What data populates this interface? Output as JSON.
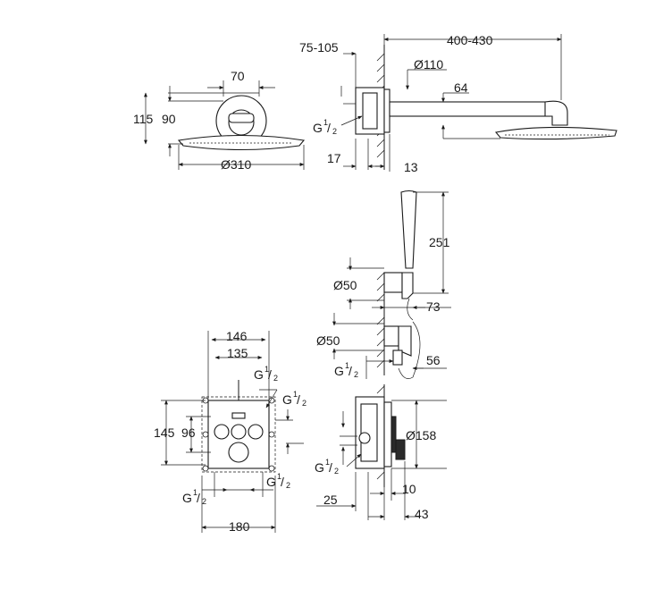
{
  "dimensions": {
    "head_front": {
      "d70": "70",
      "d115": "115",
      "d90": "90",
      "d310": "Ø310"
    },
    "head_side": {
      "d75_105": "75-105",
      "d400_430": "400-430",
      "d110": "Ø110",
      "d64": "64",
      "g_half": "G",
      "d17": "17",
      "d13": "13"
    },
    "hand_shower": {
      "d251": "251",
      "d50a": "Ø50",
      "d73": "73",
      "d50b": "Ø50",
      "g_half": "G",
      "d56": "56"
    },
    "valve_front": {
      "d146": "146",
      "d135": "135",
      "g_top": "G",
      "g_right": "G",
      "d145": "145",
      "d96": "96",
      "g_bl": "G",
      "g_br": "G",
      "d180": "180"
    },
    "valve_side": {
      "d158": "Ø158",
      "g_half": "G",
      "d25": "25",
      "d10": "10",
      "d43": "43"
    }
  },
  "fraction": {
    "num": "1",
    "den": "2"
  }
}
